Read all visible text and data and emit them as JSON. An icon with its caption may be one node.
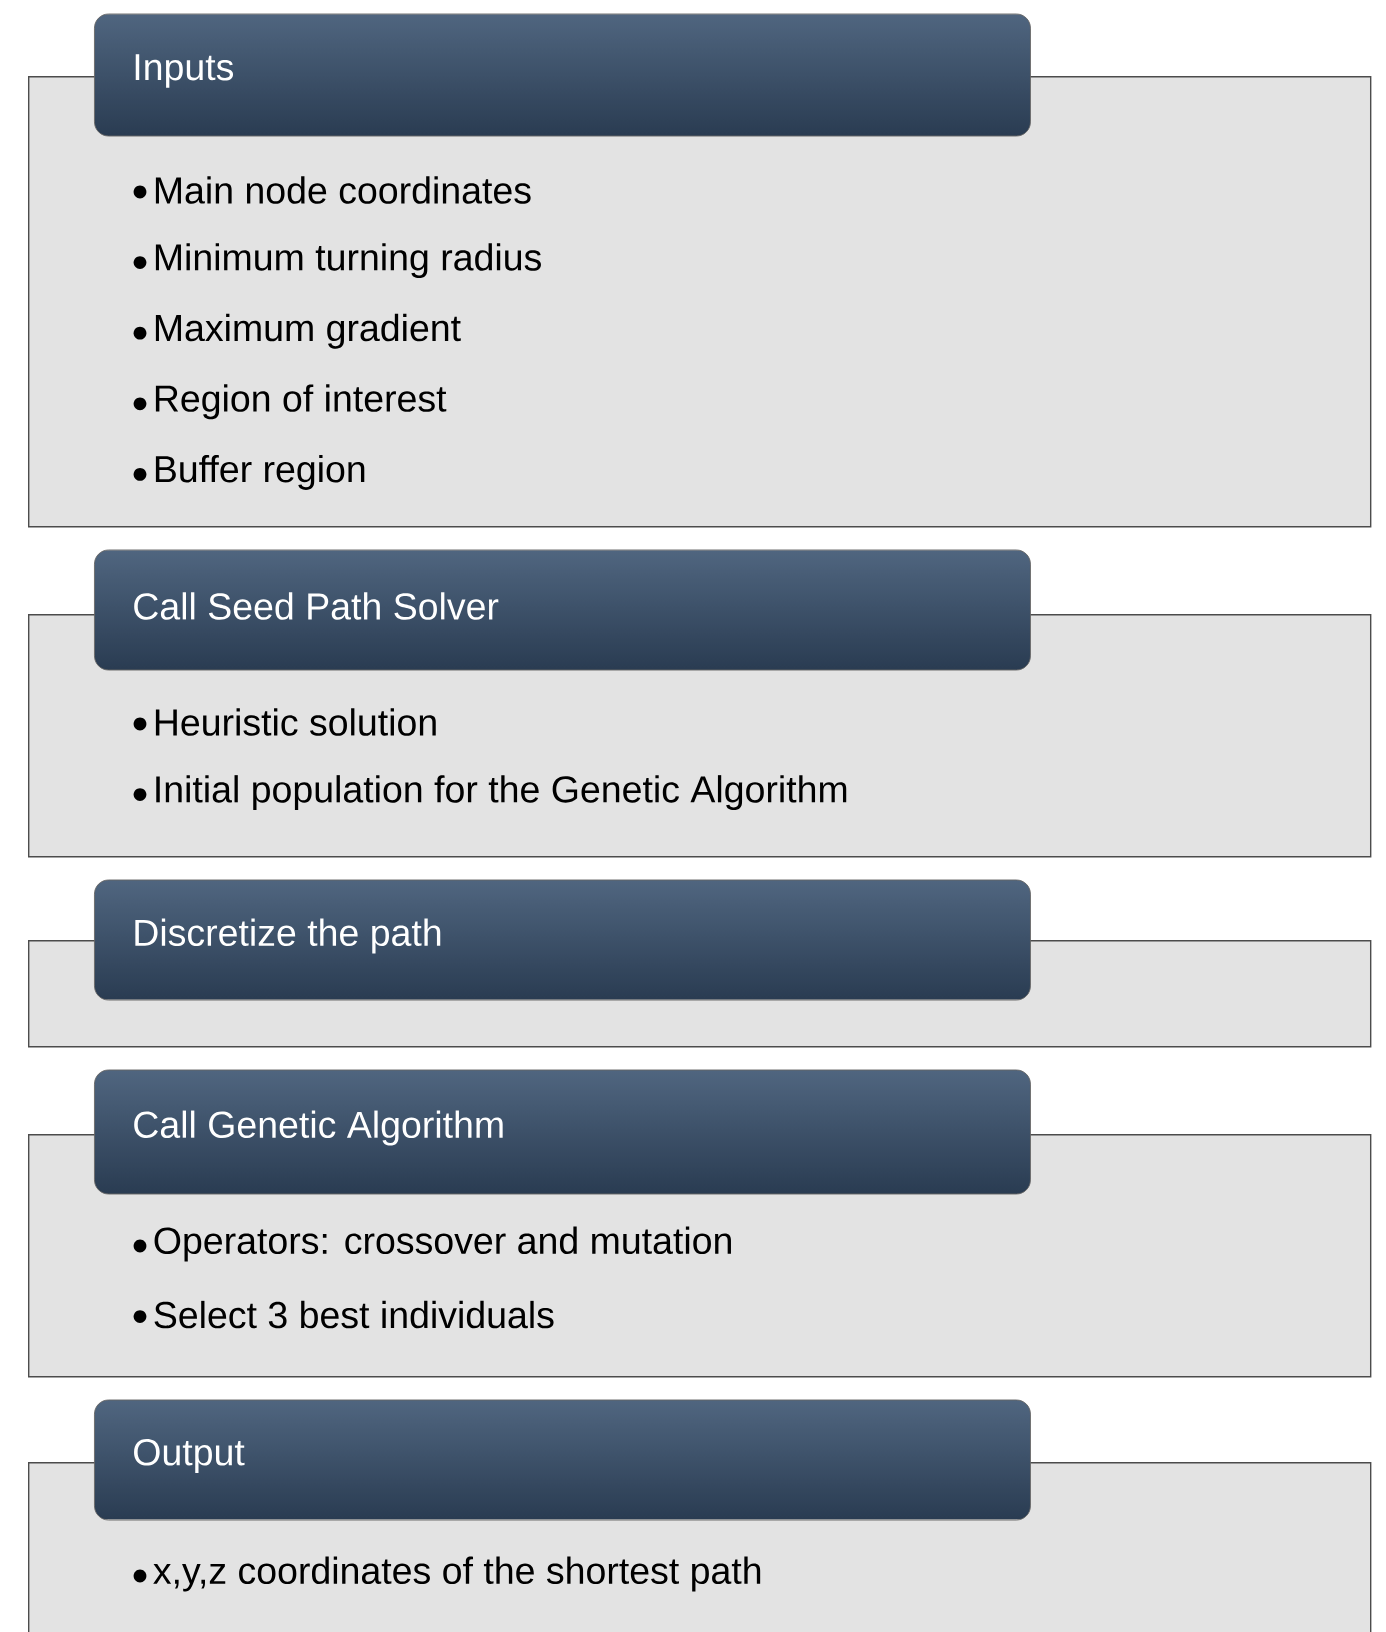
{
  "diagram": {
    "nodes": [
      {
        "text": [
          "Inputs",
          "Main node coordinates",
          "Minimum turning radius",
          "Maximum gradient",
          "Region of interest",
          "Buffer region"
        ]
      },
      {
        "text": [
          "Call Seed Path Solver",
          "Heuristic solution",
          "Initial population for the Genetic Algorithm"
        ]
      },
      {
        "text": [
          "Discretize the path"
        ]
      },
      {
        "text": [
          "Call Genetic Algorithm",
          "Operators: crossover and mutation",
          "Select 3 best individuals"
        ]
      },
      {
        "text": [
          "Output",
          "x,y,z coordinates of the shortest path"
        ]
      }
    ]
  }
}
